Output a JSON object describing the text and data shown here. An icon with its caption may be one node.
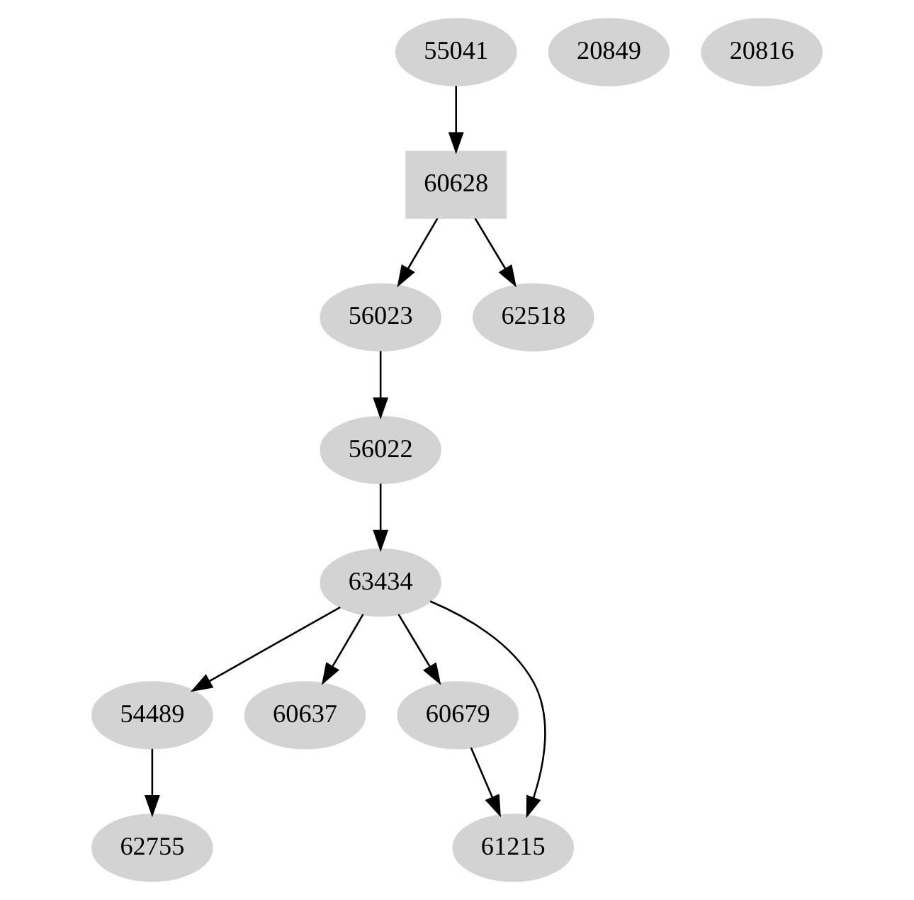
{
  "diagram": {
    "nodes": [
      {
        "text": [
          "55041"
        ]
      },
      {
        "text": [
          "20849"
        ]
      },
      {
        "text": [
          "20816"
        ]
      },
      {
        "text": [
          "60628"
        ]
      },
      {
        "text": [
          "56023"
        ]
      },
      {
        "text": [
          "62518"
        ]
      },
      {
        "text": [
          "56022"
        ]
      },
      {
        "text": [
          "63434"
        ]
      },
      {
        "text": [
          "54489"
        ]
      },
      {
        "text": [
          "60637"
        ]
      },
      {
        "text": [
          "60679"
        ]
      },
      {
        "text": [
          "62755"
        ]
      },
      {
        "text": [
          "61215"
        ]
      }
    ],
    "edges": [
      {
        "from": 0,
        "to": 3,
        "arrow": "to"
      },
      {
        "from": 3,
        "to": 4,
        "arrow": "to"
      },
      {
        "from": 3,
        "to": 5,
        "arrow": "to"
      },
      {
        "from": 4,
        "to": 6,
        "arrow": "to"
      },
      {
        "from": 6,
        "to": 7,
        "arrow": "to"
      },
      {
        "from": 7,
        "to": 8,
        "arrow": "to"
      },
      {
        "from": 7,
        "to": 9,
        "arrow": "to"
      },
      {
        "from": 7,
        "to": 10,
        "arrow": "to"
      },
      {
        "from": 7,
        "to": 12,
        "arrow": "to"
      },
      {
        "from": 8,
        "to": 11,
        "arrow": "to"
      },
      {
        "from": 10,
        "to": 12,
        "arrow": "to"
      }
    ]
  }
}
